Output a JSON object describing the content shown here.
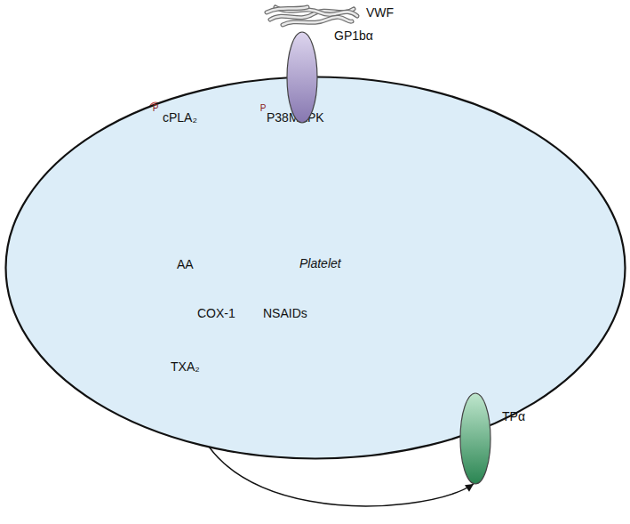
{
  "diagram": {
    "nodes": [
      {
        "text": [
          "Platelet"
        ]
      },
      {
        "text": [
          "GP1bα"
        ]
      },
      {
        "text": [
          "P38MAPK"
        ],
        "in": 0
      },
      {
        "text": [
          "cPLA₂"
        ],
        "in": 0
      },
      {
        "text": [
          "AA"
        ],
        "in": 0
      },
      {
        "text": [
          "COX-1"
        ],
        "in": 0
      },
      {
        "text": [
          "NSAIDs"
        ],
        "in": 0
      },
      {
        "text": [
          "TXA₂"
        ],
        "in": 0
      },
      {
        "text": [
          "TPα"
        ]
      }
    ],
    "edges": [
      {
        "from": 2,
        "to": 3,
        "arrow": "to"
      },
      {
        "from": 3,
        "to": 4,
        "arrow": "to"
      },
      {
        "from": 4,
        "to": 7,
        "arrow": "to"
      },
      {
        "from": 6,
        "to": 5,
        "arrow": "to"
      },
      {
        "from": 7,
        "to": 8,
        "arrow": "to"
      }
    ],
    "labels": [
      "VWF",
      "P",
      "P"
    ]
  }
}
